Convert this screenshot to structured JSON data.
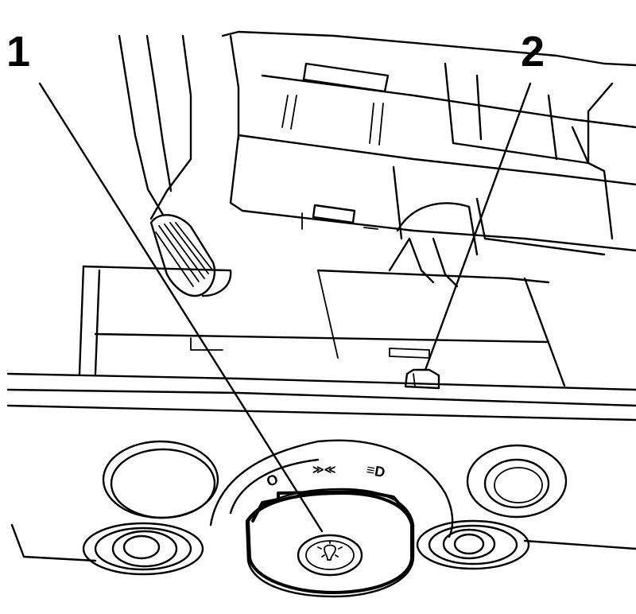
{
  "callouts": {
    "one": "1",
    "two": "2"
  },
  "switch_symbols": {
    "off": "O",
    "parking": "≫≪",
    "headlamp": "≡D"
  }
}
